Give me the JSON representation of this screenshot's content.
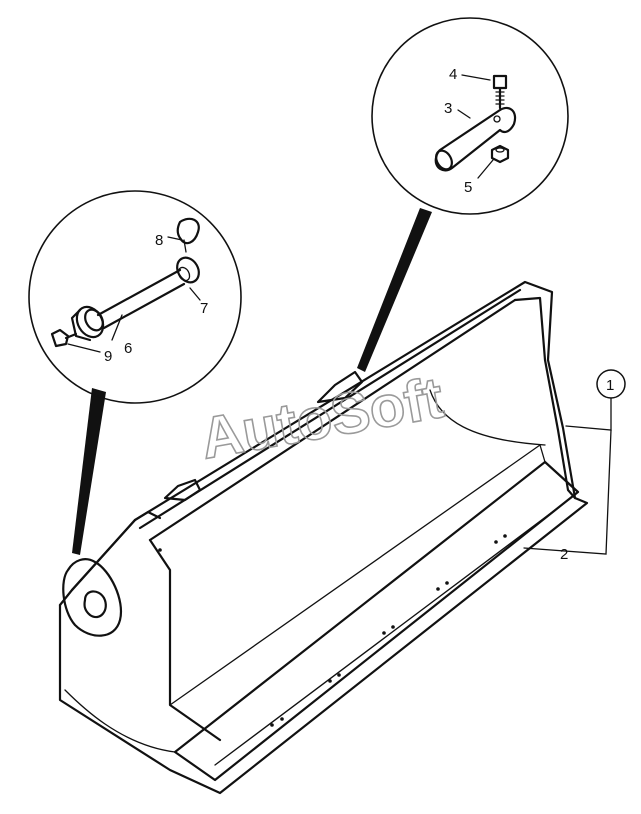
{
  "watermark": "AutoSoft",
  "callouts": [
    {
      "id": "c1",
      "text": "1"
    },
    {
      "id": "c2",
      "text": "2"
    },
    {
      "id": "c3",
      "text": "3"
    },
    {
      "id": "c4",
      "text": "4"
    },
    {
      "id": "c5",
      "text": "5"
    },
    {
      "id": "c6",
      "text": "6"
    },
    {
      "id": "c7",
      "text": "7"
    },
    {
      "id": "c8",
      "text": "8"
    },
    {
      "id": "c9",
      "text": "9"
    }
  ]
}
